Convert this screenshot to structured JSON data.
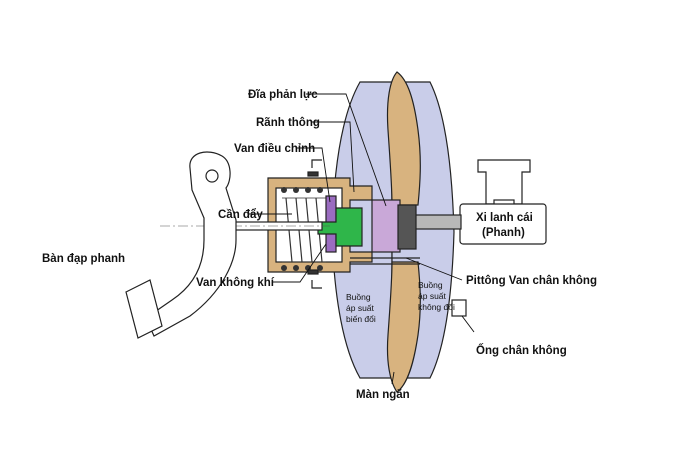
{
  "labels": {
    "dia_phan_luc": "Đĩa phản lực",
    "ranh_thong": "Rãnh thông",
    "van_dieu_chinh": "Van điều chỉnh",
    "can_day": "Cần đẩy",
    "ban_dap_phanh": "Bàn đạp phanh",
    "van_khong_khi": "Van không khí",
    "buong_bien_doi": [
      "Buồng",
      "áp suất",
      "biến đổi"
    ],
    "buong_khong_doi": [
      "Buồng",
      "áp suất",
      "không đổi"
    ],
    "xi_lanh_cai": [
      "Xi lanh cái",
      "(Phanh)"
    ],
    "pittong_van_chan_khong": "Pittông Van chân không",
    "ong_chan_khong": "Ống chân không",
    "man_ngan": "Màn ngăn"
  },
  "colors": {
    "chamber_blue": "#c9cde9",
    "diaphragm_tan": "#d8b37f",
    "valve_green": "#2fb64a",
    "reaction_disc": "#c9a8d8",
    "valve_purple": "#9a6cc0",
    "metal_gray": "#b8b8b8",
    "dark_metal": "#555555"
  }
}
